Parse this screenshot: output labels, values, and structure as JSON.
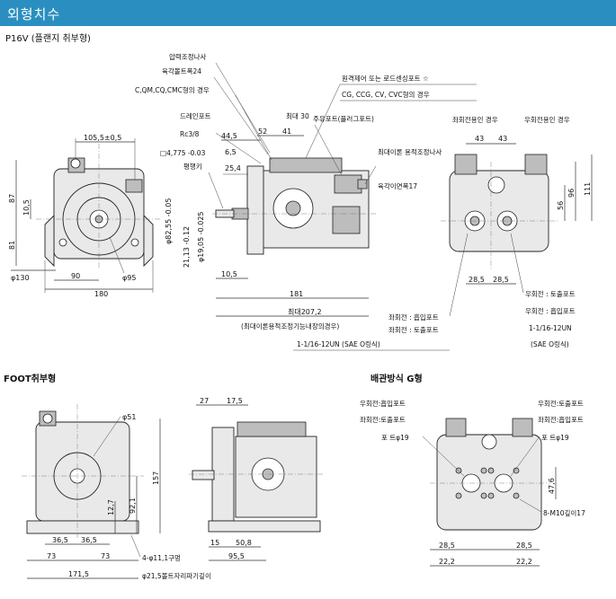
{
  "header": {
    "title": "외형치수",
    "subtitle": "P16V (플랜지 취부형)"
  },
  "sections": {
    "foot": "FOOT취부형",
    "piping": "배관방식 G형"
  },
  "labels": {
    "pressure_adj_screw": "압력조정나사",
    "hex_bolt_24": "육각볼트폭24",
    "cqm_case": "C,QM,CQ,CMC형의 경우",
    "remote_or_load_sensing": "원격제어 또는 로드센싱포트 ☆",
    "ccg_types": "CG, CCG, CV, CVC형의 경우",
    "max30": "최대 30",
    "drain_port": "드레인포트",
    "rc38": "Rc3/8",
    "key_spec": "□4,775 -0.03",
    "flat_key": "평행키",
    "lube_port": "주유포트(플러그포트)",
    "max_volume_adj_screw": "최대이론 용적조정나사",
    "hex_nut17": "육각이면폭17",
    "left_rot": "좌회전용인 경우",
    "right_rot": "우회전용인 경우",
    "max_len_note": "(최대이론용적조정기능내장의경우)",
    "left_in": "좌회전 : 흡입포트",
    "left_out": "좌회전 : 토출포트",
    "right_out": "우회전 : 토출포트",
    "right_in": "우회전 : 흡입포트",
    "unf_suction": "1-1/16-12UN (SAE O링식)",
    "unf_discharge": "1-1/16-12UN",
    "sae_oring": "(SAE O링식)",
    "four_holes": "4-φ11,1구멍",
    "spot_face": "φ21,5볼트자리파기깊이",
    "g_right_in": "우회전:흡입포트",
    "g_left_out": "좌회전:토출포트",
    "g_port19a": "포 트φ19",
    "g_right_out": "우회전:토출포트",
    "g_left_in": "좌회전:흡입포트",
    "g_port19b": "포 트φ19",
    "g_m10": "8-M10깊이17"
  },
  "dims": {
    "d105": "105,5±0,5",
    "d87": "87",
    "d10_5a": "10,5",
    "d81": "81",
    "d130": "φ130",
    "d90": "90",
    "d95": "φ95",
    "d180": "180",
    "d52": "52",
    "d41": "41",
    "d44_5": "44,5",
    "d6_5": "6,5",
    "d25_4": "25,4",
    "d82": "φ82,55 -0.05",
    "d21": "21,13 -0.12",
    "d19": "φ19,05 -0.025",
    "d10_5b": "10,5",
    "d181": "181",
    "d207": "최대207,2",
    "d43a": "43",
    "d43b": "43",
    "d96": "96",
    "d111": "111",
    "d56": "56",
    "d28a": "28,5",
    "d28b": "28,5",
    "f51": "φ51",
    "f157": "157",
    "f92": "92,1",
    "f12": "12,7",
    "f36a": "36,5",
    "f36b": "36,5",
    "f73a": "73",
    "f73b": "73",
    "f171": "171,5",
    "f27": "27",
    "f17": "17,5",
    "f15": "15",
    "f50": "50,8",
    "f95": "95,5",
    "g47": "47,6",
    "g28a": "28,5",
    "g28b": "28,5",
    "g22a": "22,2",
    "g22b": "22,2"
  }
}
